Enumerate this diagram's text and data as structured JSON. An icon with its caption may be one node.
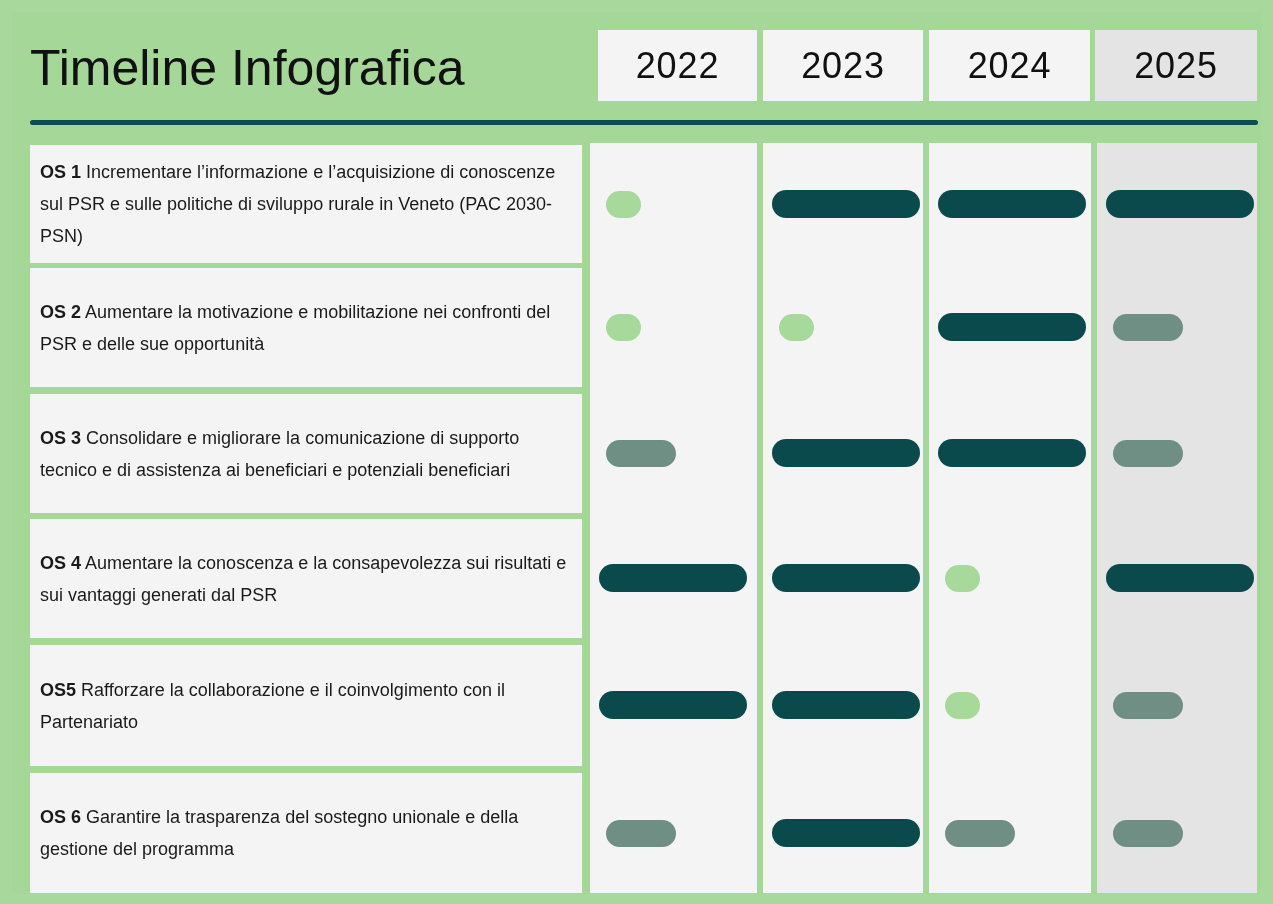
{
  "diagram": {
    "title": "Timeline Infografica",
    "nodes": [
      {
        "text": [
          "2022"
        ]
      },
      {
        "text": [
          "2023"
        ]
      },
      {
        "text": [
          "2024"
        ]
      },
      {
        "text": [
          "2025"
        ]
      },
      {
        "text": [
          "**OS 1** Incrementare l’informazione e l’acquisizione di conoscenze sul PSR e sulle politiche di sviluppo rurale in Veneto (PAC 2030-PSN)"
        ]
      },
      {
        "text": [
          "**OS 2** Aumentare la motivazione e mobilitazione nei confronti del PSR e delle sue opportunità"
        ]
      },
      {
        "text": [
          "**OS 3** Consolidare e migliorare la comunicazione di supporto tecnico e di assistenza ai beneficiari e potenziali beneficiari"
        ]
      },
      {
        "text": [
          "**OS 4** Aumentare la conoscenza e la consapevolezza sui risultati e sui vantaggi generati dal PSR"
        ]
      },
      {
        "text": [
          "**OS5** Rafforzare la collaborazione e il coinvolgimento con il Partenariato"
        ]
      },
      {
        "text": [
          "**OS 6** Garantire la trasparenza del sostegno unionale e della gestione del programma"
        ]
      },
      {
        "text": [],
        "shape": "band"
      },
      {
        "text": [],
        "shape": "dot",
        "in": 10
      },
      {
        "text": [],
        "shape": "dot",
        "in": 10
      },
      {
        "text": [],
        "shape": "pill",
        "in": 10
      },
      {
        "text": [],
        "shape": "bar",
        "in": 10
      },
      {
        "text": [],
        "shape": "bar",
        "in": 10
      },
      {
        "text": [],
        "shape": "pill",
        "in": 10
      },
      {
        "text": [],
        "shape": "band"
      },
      {
        "text": [],
        "shape": "bar",
        "in": 17
      },
      {
        "text": [],
        "shape": "dot",
        "in": 17
      },
      {
        "text": [],
        "shape": "bar",
        "in": 17
      },
      {
        "text": [],
        "shape": "bar",
        "in": 17
      },
      {
        "text": [],
        "shape": "bar",
        "in": 17
      },
      {
        "text": [],
        "shape": "bar",
        "in": 17
      },
      {
        "text": [],
        "shape": "band"
      },
      {
        "text": [],
        "shape": "bar",
        "in": 24
      },
      {
        "text": [],
        "shape": "bar",
        "in": 24
      },
      {
        "text": [],
        "shape": "bar",
        "in": 24
      },
      {
        "text": [],
        "shape": "dot",
        "in": 24
      },
      {
        "text": [],
        "shape": "dot",
        "in": 24
      },
      {
        "text": [],
        "shape": "pill",
        "in": 24
      },
      {
        "text": [],
        "shape": "band"
      },
      {
        "text": [],
        "shape": "bar",
        "in": 31
      },
      {
        "text": [],
        "shape": "pill",
        "in": 31
      },
      {
        "text": [],
        "shape": "pill",
        "in": 31
      },
      {
        "text": [],
        "shape": "bar",
        "in": 31
      },
      {
        "text": [],
        "shape": "pill",
        "in": 31
      },
      {
        "text": [],
        "shape": "pill",
        "in": 31
      }
    ],
    "edges": []
  }
}
